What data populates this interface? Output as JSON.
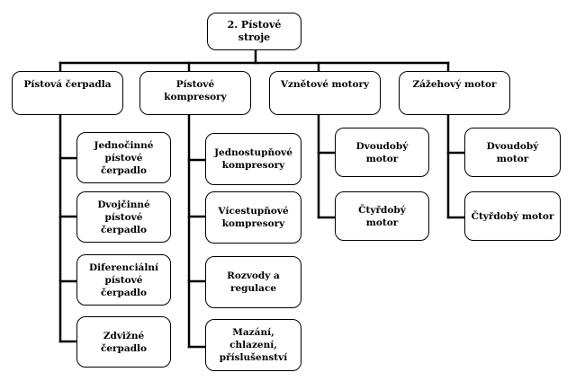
{
  "diagram": {
    "root": "2. Pístové stroje",
    "branches": [
      {
        "label": "Pístová čerpadla",
        "children": [
          "Jednočinné pístové\nčerpadlo",
          "Dvojčinné pístové\nčerpadlo",
          "Diferenciální\npístové čerpadlo",
          "Zdvižné čerpadlo"
        ]
      },
      {
        "label": "Pístové kompresory",
        "children": [
          "Jednostupňové\nkompresory",
          "Vícestupňové\nkompresory",
          "Rozvody a regulace",
          "Mazání, chlazení,\npříslušenství"
        ]
      },
      {
        "label": "Vznětové motory",
        "children": [
          "Dvoudobý motor",
          "Čtyřdobý motor"
        ]
      },
      {
        "label": "Zážehový motor",
        "children": [
          "Dvoudobý motor",
          "Čtyřdobý motor"
        ]
      }
    ]
  }
}
